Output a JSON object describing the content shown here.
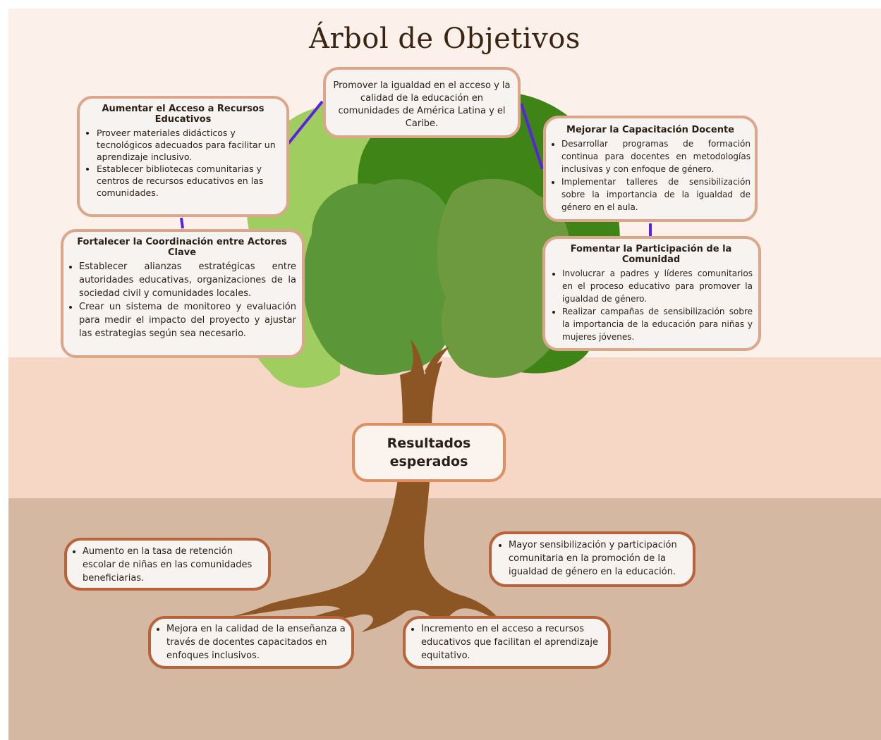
{
  "title": "Árbol de Objetivos",
  "goal": "Promover la igualdad en el acceso y la calidad de la educación en comunidades de América Latina y el Caribe.",
  "objectives": {
    "recursos": {
      "heading": "Aumentar el Acceso a Recursos Educativos",
      "items": [
        "Proveer materiales didácticos y tecnológicos adecuados para facilitar un aprendizaje inclusivo.",
        "Establecer bibliotecas comunitarias y centros de recursos educativos en las comunidades."
      ]
    },
    "coordinacion": {
      "heading": "Fortalecer la Coordinación entre Actores Clave",
      "items": [
        "Establecer alianzas estratégicas entre autoridades educativas, organizaciones de la sociedad civil y comunidades locales.",
        "Crear un sistema de monitoreo y evaluación para medir el impacto del proyecto y ajustar las estrategias según sea necesario."
      ]
    },
    "capacitacion": {
      "heading": "Mejorar la Capacitación Docente",
      "items": [
        "Desarrollar programas de formación continua para docentes en metodologías inclusivas y con enfoque de género.",
        "Implementar talleres de sensibilización sobre la importancia de la igualdad de género en el aula."
      ]
    },
    "participacion": {
      "heading": "Fomentar la Participación de la Comunidad",
      "items": [
        "Involucrar a padres y líderes comunitarios en el proceso educativo para promover la igualdad de género.",
        "Realizar campañas de sensibilización sobre la importancia de la educación para niñas y mujeres jóvenes."
      ]
    }
  },
  "results_label": "Resultados esperados",
  "results": [
    "Aumento en la tasa de retención escolar de niñas en las comunidades beneficiarias.",
    "Mayor sensibilización y participación comunitaria en la promoción de la igualdad de género en la educación.",
    "Mejora en la calidad de la enseñanza a través de docentes capacitados en enfoques inclusivos.",
    "Incremento en el acceso a recursos educativos que facilitan el aprendizaje equitativo."
  ],
  "colors": {
    "sky": "#fcf1ea",
    "ground_upper": "#f6d6c5",
    "ground_lower": "#d4b8a1",
    "trunk": "#8b5524",
    "leaf_light": "#9fcd5f",
    "leaf_dark": "#3f8416",
    "leaf_mid": "#5b9639",
    "leaf_olive": "#6e9a3f",
    "connector": "#5a22e0",
    "box_border": "#dba689",
    "box_border_dark": "#b8633a"
  }
}
